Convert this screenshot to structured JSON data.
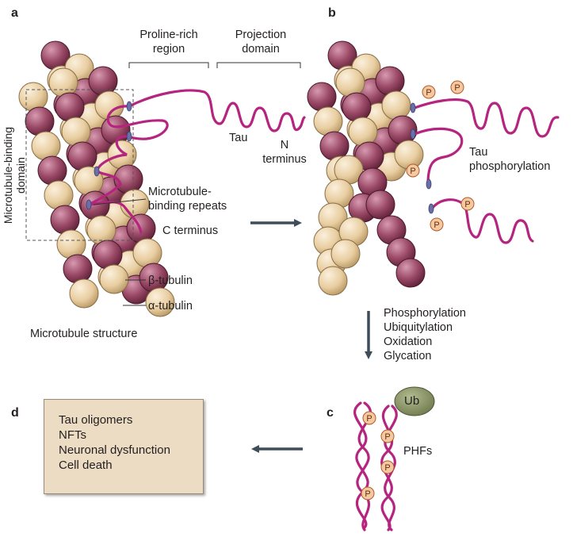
{
  "panels": {
    "a": "a",
    "b": "b",
    "c": "c",
    "d": "d"
  },
  "panel_a": {
    "proline_rich": [
      "Proline-rich",
      "region"
    ],
    "projection": [
      "Projection",
      "domain"
    ],
    "tau": "Tau",
    "n_terminus": [
      "N",
      "terminus"
    ],
    "mt_binding_domain": "Microtubule-binding domain",
    "mt_binding_repeats": [
      "Microtubule-",
      "binding repeats"
    ],
    "c_terminus": "C terminus",
    "beta_tubulin": "β-tubulin",
    "alpha_tubulin": "α-tubulin",
    "structure": "Microtubule structure"
  },
  "panel_b": {
    "tau_phos": [
      "Tau",
      "phosphorylation"
    ],
    "phospho_badge": "P"
  },
  "modifications": [
    "Phosphorylation",
    "Ubiquitylation",
    "Oxidation",
    "Glycation"
  ],
  "panel_c": {
    "ub": "Ub",
    "phfs": "PHFs",
    "phospho_badge": "P"
  },
  "panel_d": {
    "items": [
      "Tau oligomers",
      "NFTs",
      "Neuronal dysfunction",
      "Cell death"
    ]
  },
  "colors": {
    "beta": "#9b4a66",
    "alpha": "#e8cda0",
    "tau": "#b5257f",
    "arrow": "#3f4d5a",
    "ub": "#8a9567",
    "box": "#ecdcc3"
  }
}
